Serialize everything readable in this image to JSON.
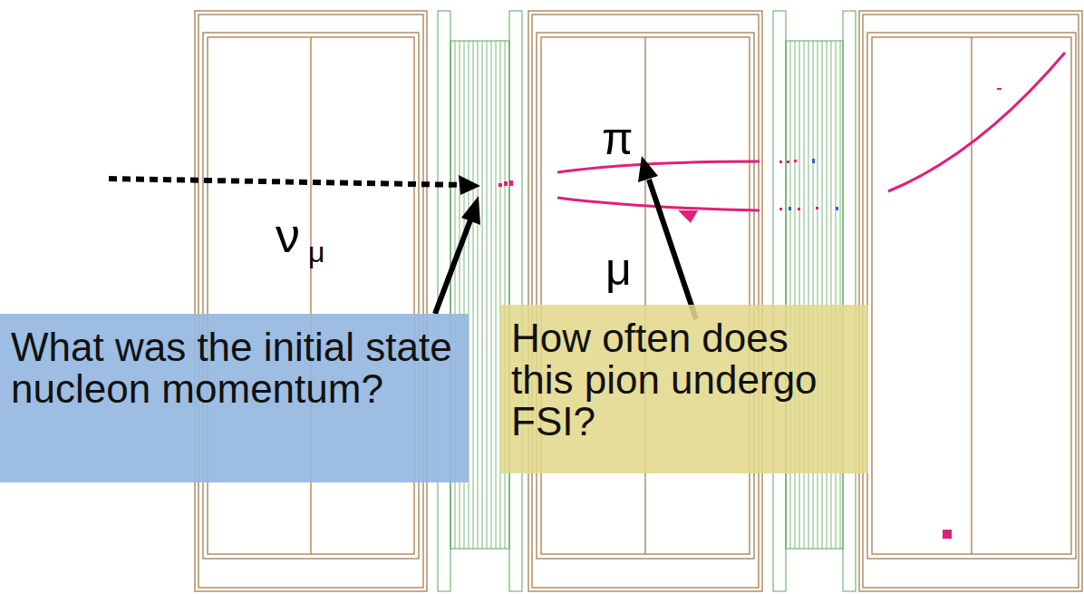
{
  "diagram": {
    "nodes": [
      {
        "text": [
          "What was the initial state nucleon momentum?"
        ]
      },
      {
        "text": [
          "How often does this pion undergo FSI?"
        ]
      }
    ],
    "labels": [
      "π",
      "ν",
      "μ",
      "μ"
    ]
  }
}
